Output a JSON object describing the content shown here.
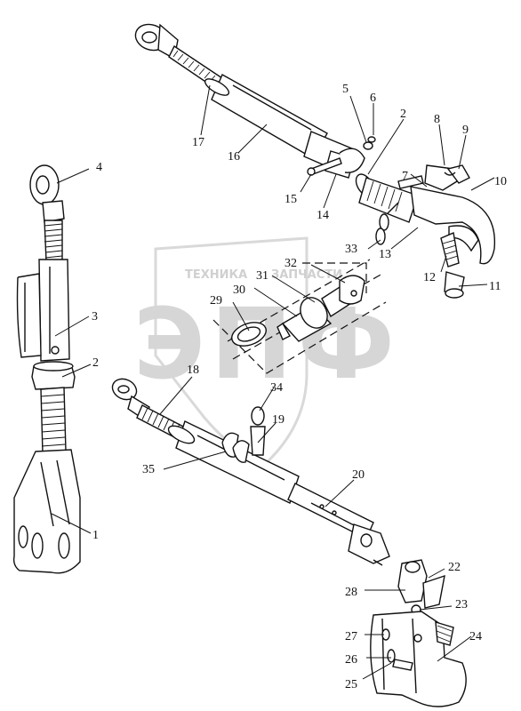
{
  "watermark": {
    "letters": "ЭПФ",
    "sub_left": "ТЕХНИКА",
    "sub_right": "ЗАПЧАСТИ"
  },
  "callouts": [
    "1",
    "2",
    "3",
    "4",
    "5",
    "6",
    "2",
    "7",
    "8",
    "9",
    "10",
    "11",
    "12",
    "13",
    "14",
    "15",
    "16",
    "17",
    "18",
    "19",
    "20",
    "22",
    "23",
    "24",
    "25",
    "26",
    "27",
    "28",
    "29",
    "30",
    "31",
    "32",
    "33",
    "34",
    "35"
  ]
}
